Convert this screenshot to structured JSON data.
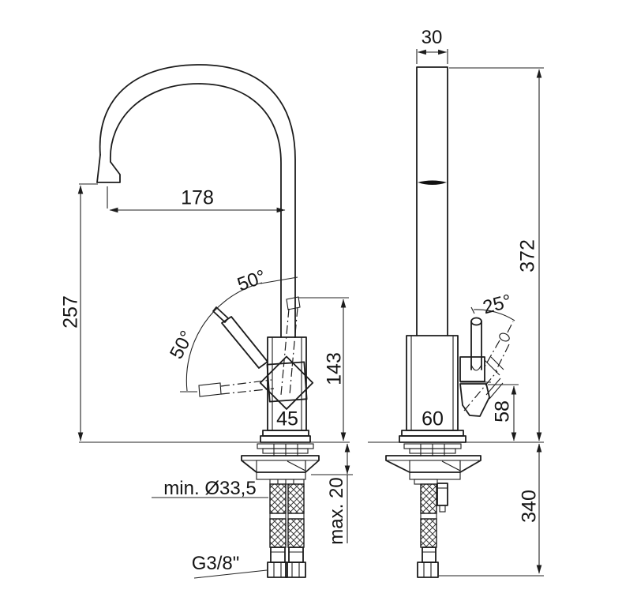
{
  "drawing": {
    "description": "faucet dimensional drawing, two views",
    "line_color": "#1c1c1c",
    "background": "#ffffff",
    "side_view": {
      "spout_reach": "178",
      "spout_height": "257",
      "handle_angle_upper": "50°",
      "handle_angle_lower": "50°",
      "handle_top_height": "143",
      "body_width": "45",
      "mounting_hole": "min. Ø33,5",
      "deck_thickness": "max. 20",
      "connection_thread": "G3/8\""
    },
    "front_view": {
      "spout_width": "30",
      "total_height": "372",
      "handle_tilt_angle": "25°",
      "handle_length": "58",
      "body_width": "60",
      "below_deck_length": "340"
    }
  }
}
